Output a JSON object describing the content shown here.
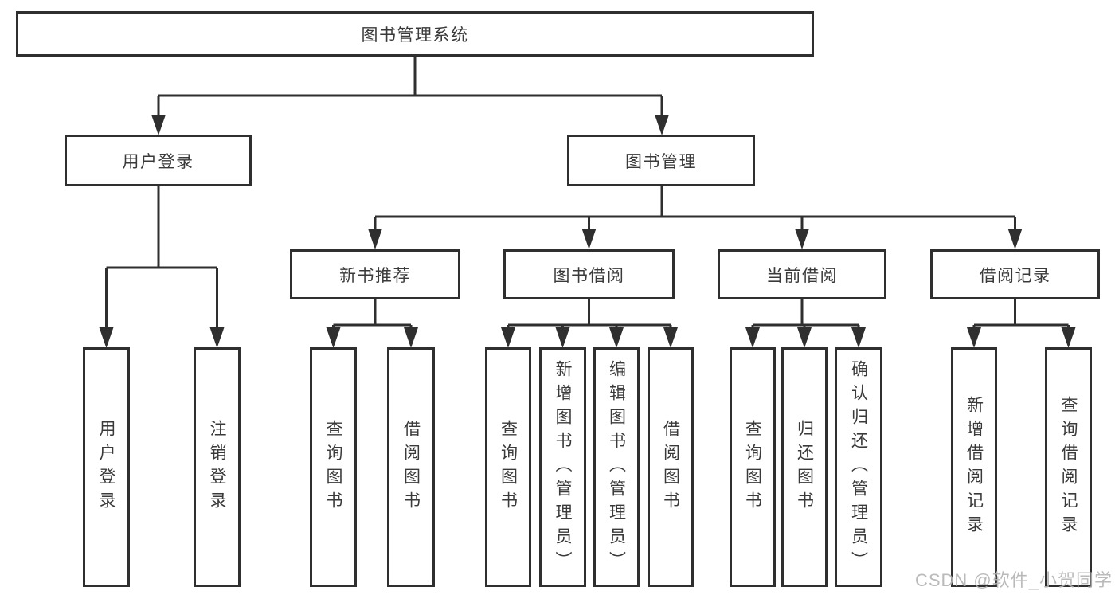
{
  "watermark": "CSDN @软件_小贺同学",
  "tree": {
    "root": {
      "label": "图书管理系统"
    },
    "children": [
      {
        "label": "用户登录",
        "children": [
          {
            "label": "用户登录"
          },
          {
            "label": "注销登录"
          }
        ]
      },
      {
        "label": "图书管理",
        "children": [
          {
            "label": "新书推荐",
            "children": [
              {
                "label": "查询图书"
              },
              {
                "label": "借阅图书"
              }
            ]
          },
          {
            "label": "图书借阅",
            "children": [
              {
                "label": "查询图书"
              },
              {
                "label": "新增图书（管理员）"
              },
              {
                "label": "编辑图书（管理员）"
              },
              {
                "label": "借阅图书"
              }
            ]
          },
          {
            "label": "当前借阅",
            "children": [
              {
                "label": "查询图书"
              },
              {
                "label": "归还图书"
              },
              {
                "label": "确认归还（管理员）"
              }
            ]
          },
          {
            "label": "借阅记录",
            "children": [
              {
                "label": "新增借阅记录"
              },
              {
                "label": "查询借阅记录"
              }
            ]
          }
        ]
      }
    ]
  }
}
